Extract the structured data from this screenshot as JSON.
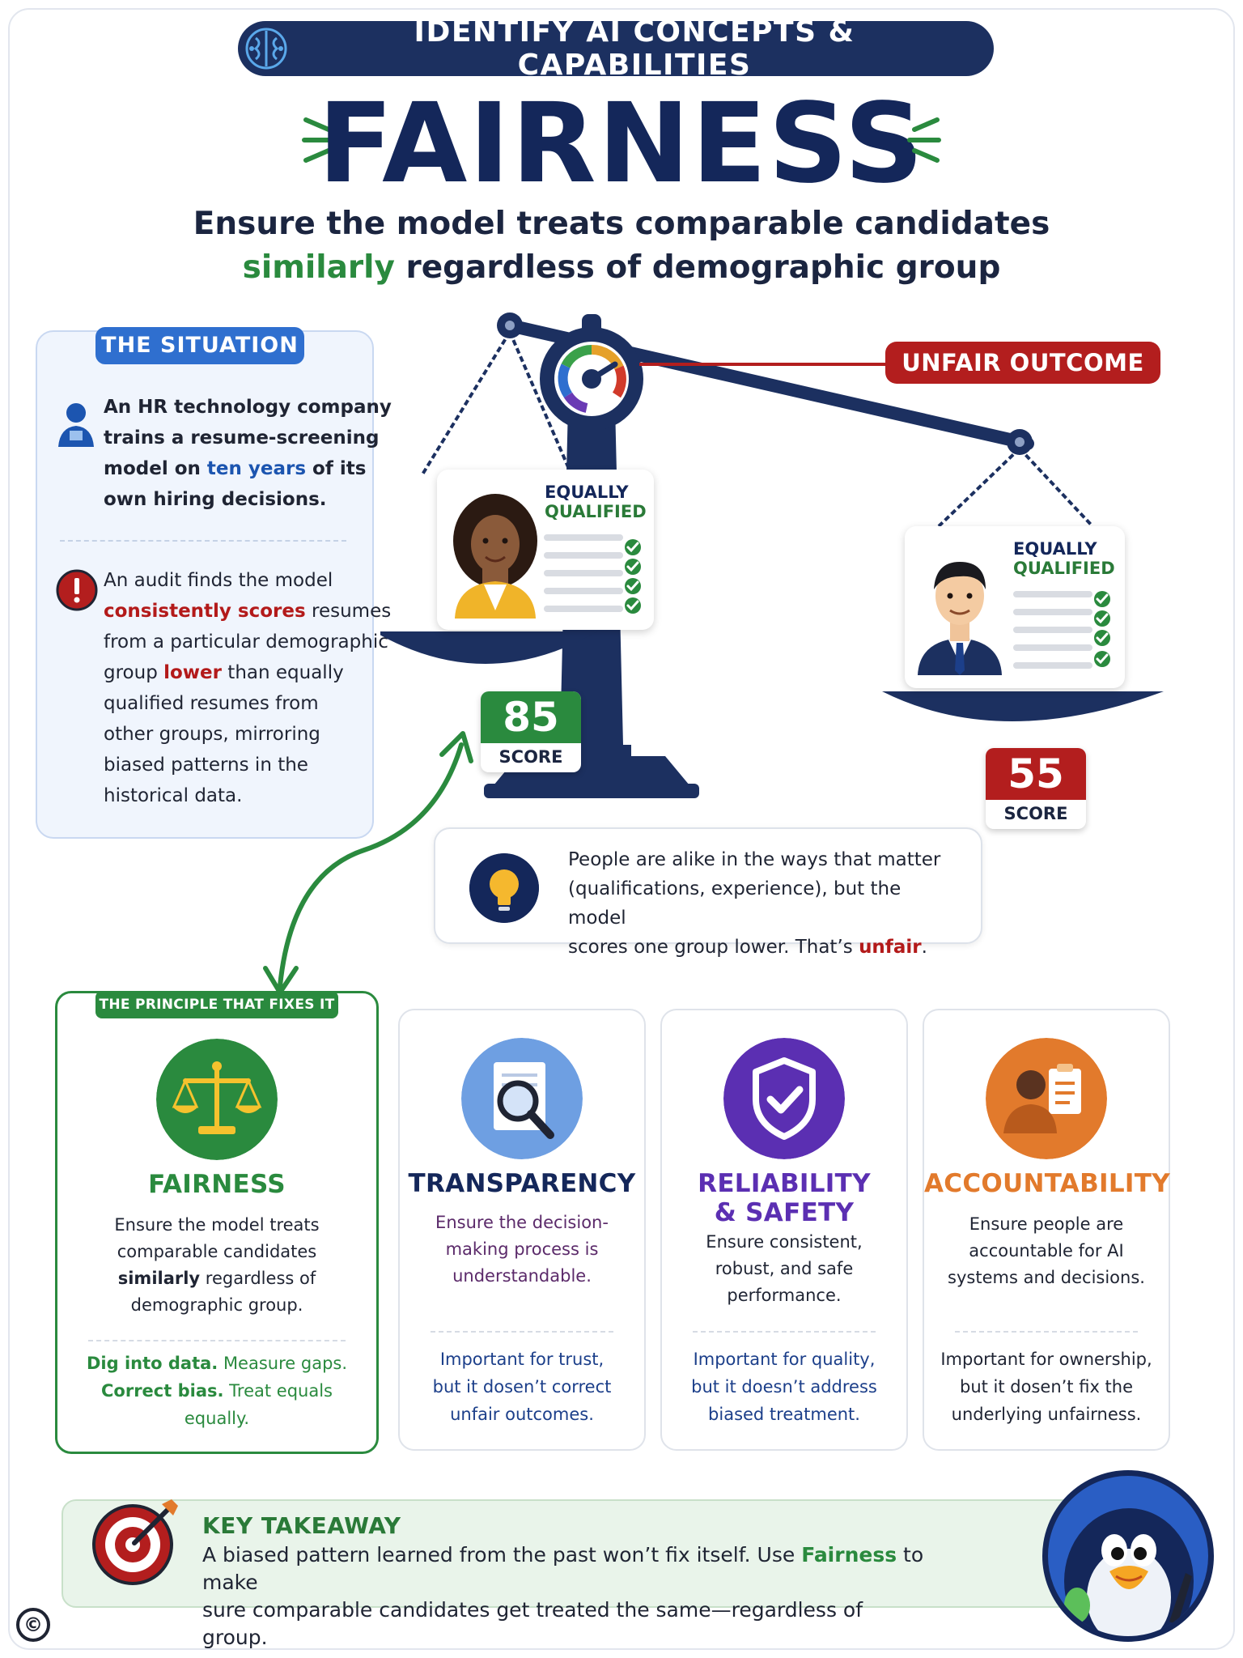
{
  "header": {
    "badge": "IDENTIFY AI CONCEPTS & CAPABILITIES",
    "title": "FAIRNESS",
    "subtitle_line1": "Ensure the model treats comparable candidates",
    "subtitle_highlight": "similarly",
    "subtitle_line2_rest": " regardless of demographic group"
  },
  "situation": {
    "tag": "THE SITUATION",
    "p1_a": "An HR technology company",
    "p1_b": "trains a resume-screening",
    "p1_c_pre": "model on ",
    "p1_c_highlight": "ten years",
    "p1_c_post": " of its",
    "p1_d": "own hiring decisions.",
    "p2_a": "An audit finds the model",
    "p2_b_highlight": "consistently scores",
    "p2_b_post": " resumes",
    "p2_c": "from a particular demographic",
    "p2_d_pre": "group ",
    "p2_d_highlight": "lower",
    "p2_d_post": " than equally",
    "p2_e": "qualified resumes from",
    "p2_f": "other groups, mirroring",
    "p2_g": "biased patterns in the",
    "p2_h": "historical data."
  },
  "scale": {
    "outcome_tag": "UNFAIR OUTCOME",
    "left_candidate": {
      "label1": "EQUALLY",
      "label2": "QUALIFIED",
      "score": "85",
      "score_label": "SCORE"
    },
    "right_candidate": {
      "label1": "EQUALLY",
      "label2": "QUALIFIED",
      "score": "55",
      "score_label": "SCORE"
    }
  },
  "callout": {
    "line1": "People are alike in the ways that matter",
    "line2": "(qualifications, experience), but the model",
    "line3_pre": "scores one group lower. That’s ",
    "line3_highlight": "unfair",
    "line3_post": "."
  },
  "principles": {
    "tag": "THE PRINCIPLE THAT FIXES IT",
    "fairness": {
      "name": "FAIRNESS",
      "d1": "Ensure the model treats",
      "d2": "comparable candidates",
      "d3_highlight": "similarly",
      "d3_post": " regardless of",
      "d4": "demographic group.",
      "n1_bold": "Dig into data.",
      "n1_post": " Measure gaps.",
      "n2_bold": "Correct bias.",
      "n2_post": " Treat equals",
      "n3": "equally."
    },
    "transparency": {
      "name": "TRANSPARENCY",
      "d1": "Ensure the decision-",
      "d2": "making process is",
      "d3": "understandable.",
      "n1": "Important for trust,",
      "n2": "but it dosen’t correct",
      "n3": "unfair outcomes."
    },
    "reliability": {
      "name1": "RELIABILITY",
      "name2": "& SAFETY",
      "d1": "Ensure consistent,",
      "d2": "robust, and safe",
      "d3": "performance.",
      "n1": "Important for quality,",
      "n2": "but it doesn’t address",
      "n3": "biased treatment."
    },
    "accountability": {
      "name": "ACCOUNTABILITY",
      "d1": "Ensure people are",
      "d2": "accountable for AI",
      "d3": "systems and decisions.",
      "n1": "Important for ownership,",
      "n2": "but it dosen’t fix the",
      "n3": "underlying unfairness."
    }
  },
  "takeaway": {
    "title": "KEY TAKEAWAY",
    "line1_pre": "A biased pattern learned from the past won’t fix itself. Use ",
    "line1_highlight": "Fairness",
    "line1_post": " to make",
    "line2": "sure comparable candidates get treated the same—regardless of group."
  },
  "footer": {
    "copyright": "©"
  },
  "colors": {
    "navy": "#14275a",
    "green": "#2a8a3e",
    "red": "#b31e1e",
    "blue": "#2f6fcf",
    "purple": "#5b2fb2",
    "orange": "#e27a2c"
  }
}
